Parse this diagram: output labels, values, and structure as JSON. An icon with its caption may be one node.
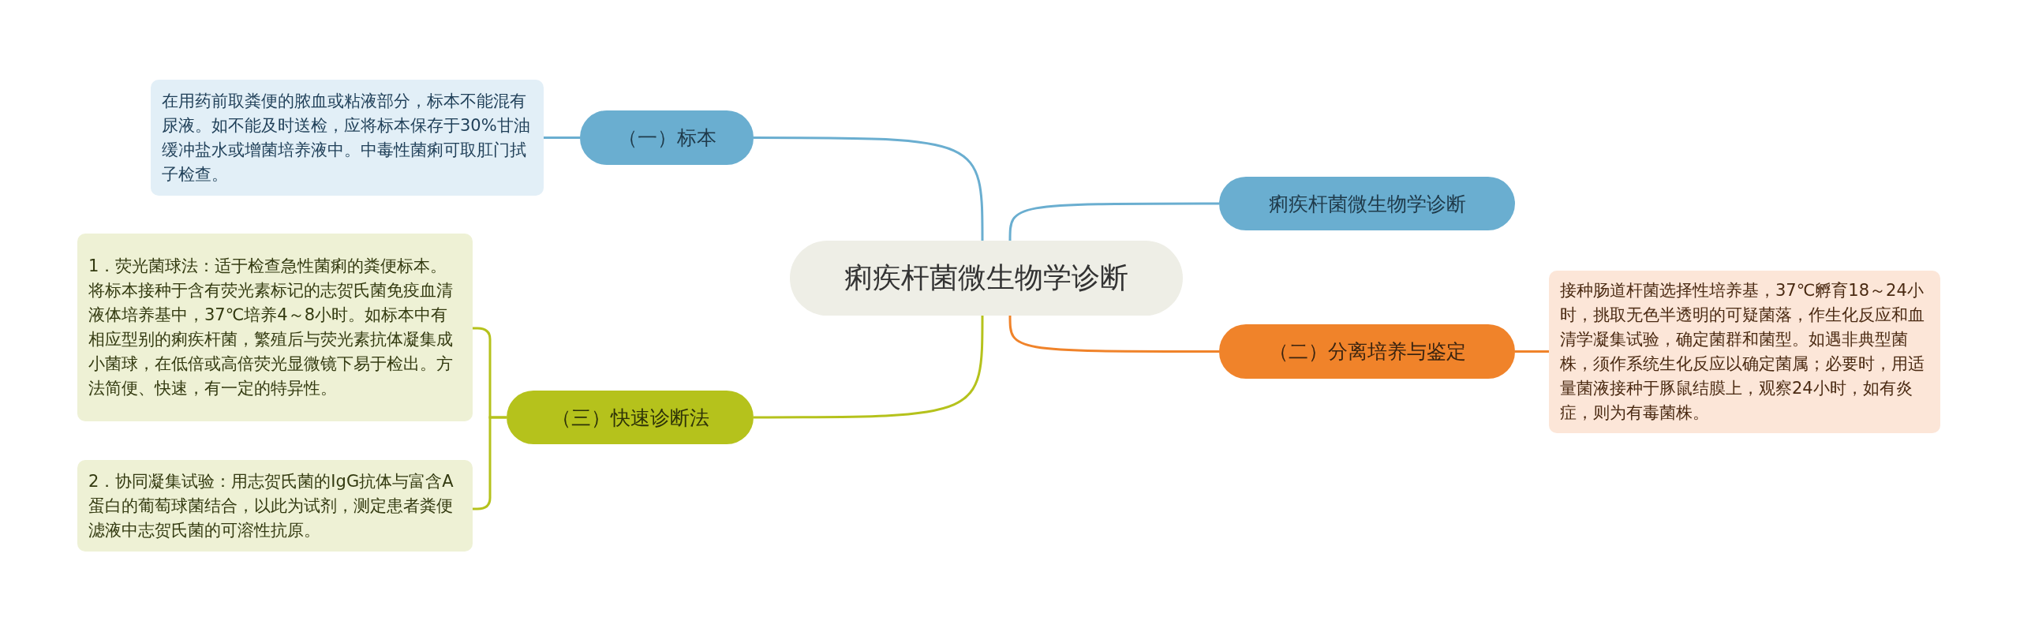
{
  "diagram": {
    "nodes": [
      {
        "text": [
          "痢疾杆菌微生物学诊断"
        ]
      },
      {
        "text": [
          "（一）标本"
        ]
      },
      {
        "text": [
          "在用药前取粪便的脓血或粘液部分，标本不能混有尿液。如不能及时送检，应将标本保存于30%甘油缓冲盐水或增菌培养液中。中毒性菌痢可取肛门拭子检查。"
        ]
      },
      {
        "text": [
          "痢疾杆菌微生物学诊断"
        ]
      },
      {
        "text": [
          "（二）分离培养与鉴定"
        ]
      },
      {
        "text": [
          "接种肠道杆菌选择性培养基，37℃孵育18～24小时，挑取无色半透明的可疑菌落，作生化反应和血清学凝集试验，确定菌群和菌型。如遇非典型菌株，须作系统生化反应以确定菌属；必要时，用适量菌液接种于豚鼠结膜上，观察24小时，如有炎症，则为有毒菌株。"
        ]
      },
      {
        "text": [
          "（三）快速诊断法"
        ]
      },
      {
        "text": [
          "1．荧光菌球法：适于检查急性菌痢的粪便标本。将标本接种于含有荧光素标记的志贺氏菌免疫血清液体培养基中，37℃培养4～8小时。如标本中有相应型别的痢疾杆菌，繁殖后与荧光素抗体凝集成小菌球，在低倍或高倍荧光显微镜下易于检出。方法简便、快速，有一定的特异性。"
        ]
      },
      {
        "text": [
          "2．协同凝集试验：用志贺氏菌的IgG抗体与富含A蛋白的葡萄球菌结合，以此为试剂，测定患者粪便滤液中志贺氏菌的可溶性抗原。"
        ]
      }
    ],
    "edges": [
      {
        "from": 0,
        "to": 1,
        "arrow": "none",
        "color": "#6aaed0"
      },
      {
        "from": 1,
        "to": 2,
        "arrow": "none",
        "color": "#6aaed0"
      },
      {
        "from": 0,
        "to": 3,
        "arrow": "none",
        "color": "#6aaed0"
      },
      {
        "from": 0,
        "to": 4,
        "arrow": "none",
        "color": "#f0832a"
      },
      {
        "from": 4,
        "to": 5,
        "arrow": "none",
        "color": "#f0832a"
      },
      {
        "from": 0,
        "to": 6,
        "arrow": "none",
        "color": "#b5c21c"
      },
      {
        "from": 6,
        "to": 7,
        "arrow": "none",
        "color": "#b5c21c"
      },
      {
        "from": 6,
        "to": 8,
        "arrow": "none",
        "color": "#b5c21c"
      }
    ]
  }
}
